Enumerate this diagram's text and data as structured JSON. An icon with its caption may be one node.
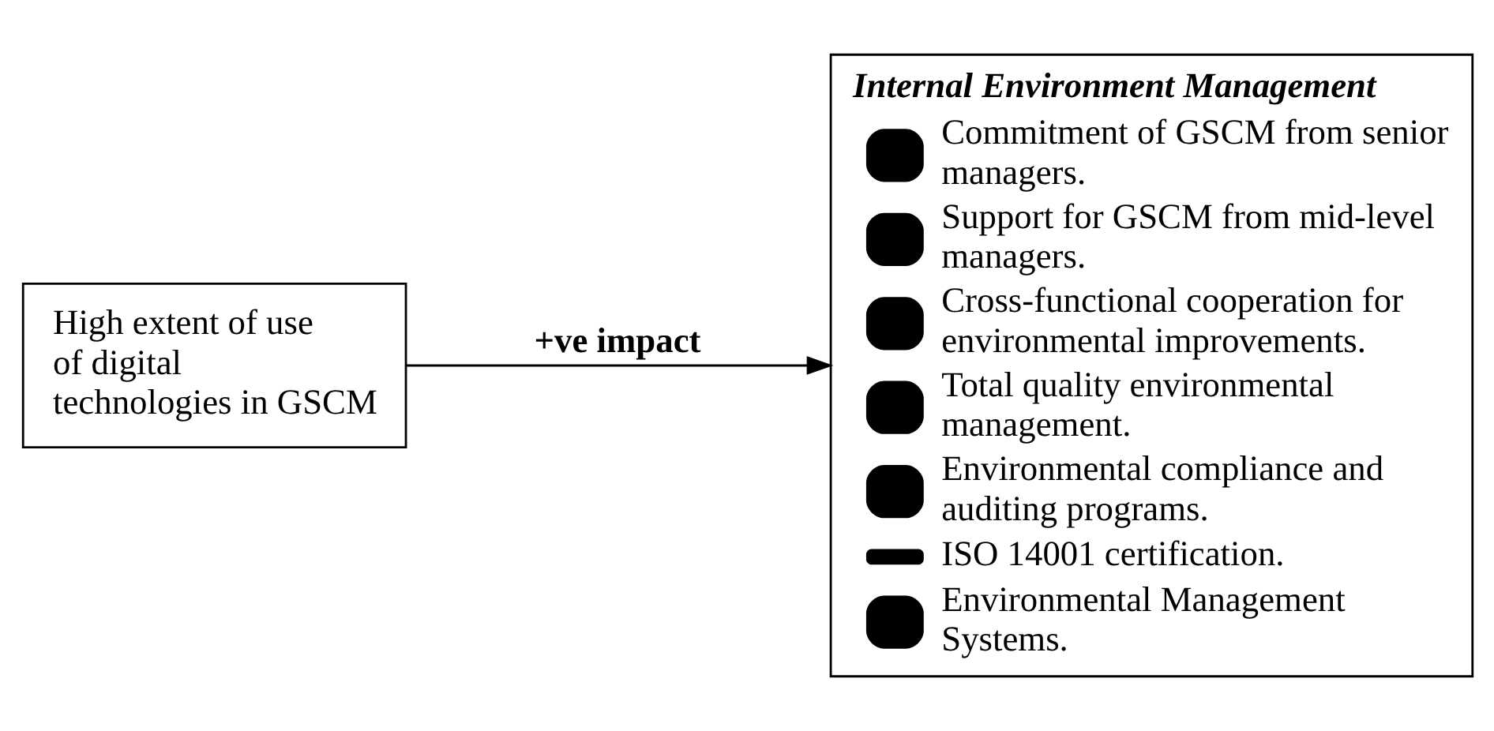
{
  "diagram": {
    "nodes": [
      {
        "text": [
          "High extent of use of digital technologies in GSCM"
        ]
      },
      {
        "text": [
          "Internal Environment Management",
          "Commitment of GSCM from senior managers.",
          "Support for GSCM from mid-level managers.",
          "Cross-functional cooperation for environmental improvements.",
          "Total quality environmental management.",
          "Environmental compliance and auditing programs.",
          "ISO 14001 certification.",
          "Environmental Management Systems."
        ]
      }
    ],
    "edges": [
      {
        "from": 0,
        "to": 1,
        "arrow": "to",
        "label": "+ve impact"
      }
    ]
  }
}
